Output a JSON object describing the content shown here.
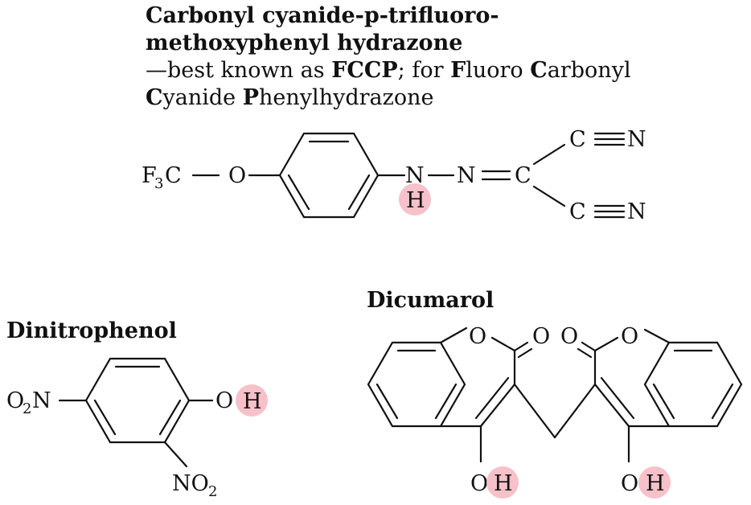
{
  "fccp": {
    "title_line1": "Carbonyl cyanide-p-trifluoro-",
    "title_line2": "methoxyphenyl hydrazone",
    "desc_prefix": "—best known as ",
    "desc_abbr": "FCCP",
    "desc_mid": "; for ",
    "desc_w1_bold": "F",
    "desc_w1_rest": "luoro ",
    "desc_w2_bold": "C",
    "desc_w2_rest": "arbonyl",
    "desc_w3_bold": "C",
    "desc_w3_rest": "yanide ",
    "desc_w4_bold": "P",
    "desc_w4_rest": "henylhydrazone",
    "atoms": {
      "F": "F",
      "sub3": "3",
      "C": "C",
      "O": "O",
      "N1": "N",
      "H": "H",
      "N2": "N",
      "C_center": "C",
      "C_top": "C",
      "N_top": "N",
      "C_bottom": "C",
      "N_bottom": "N"
    }
  },
  "dinitrophenol": {
    "title": "Dinitrophenol",
    "atoms": {
      "O2N_O": "O",
      "O2N_sub": "2",
      "O2N_N": "N",
      "O": "O",
      "H": "H",
      "NO2_N": "NO",
      "NO2_sub": "2"
    }
  },
  "dicumarol": {
    "title": "Dicumarol",
    "atoms": {
      "ring_O_left": "O",
      "carbonyl_O_left": "O",
      "carbonyl_O_right": "O",
      "ring_O_right": "O",
      "O_left": "O",
      "H_left": "H",
      "O_right": "O",
      "H_right": "H"
    }
  },
  "colors": {
    "highlight": "#f7c1c9",
    "ink": "#111111"
  }
}
